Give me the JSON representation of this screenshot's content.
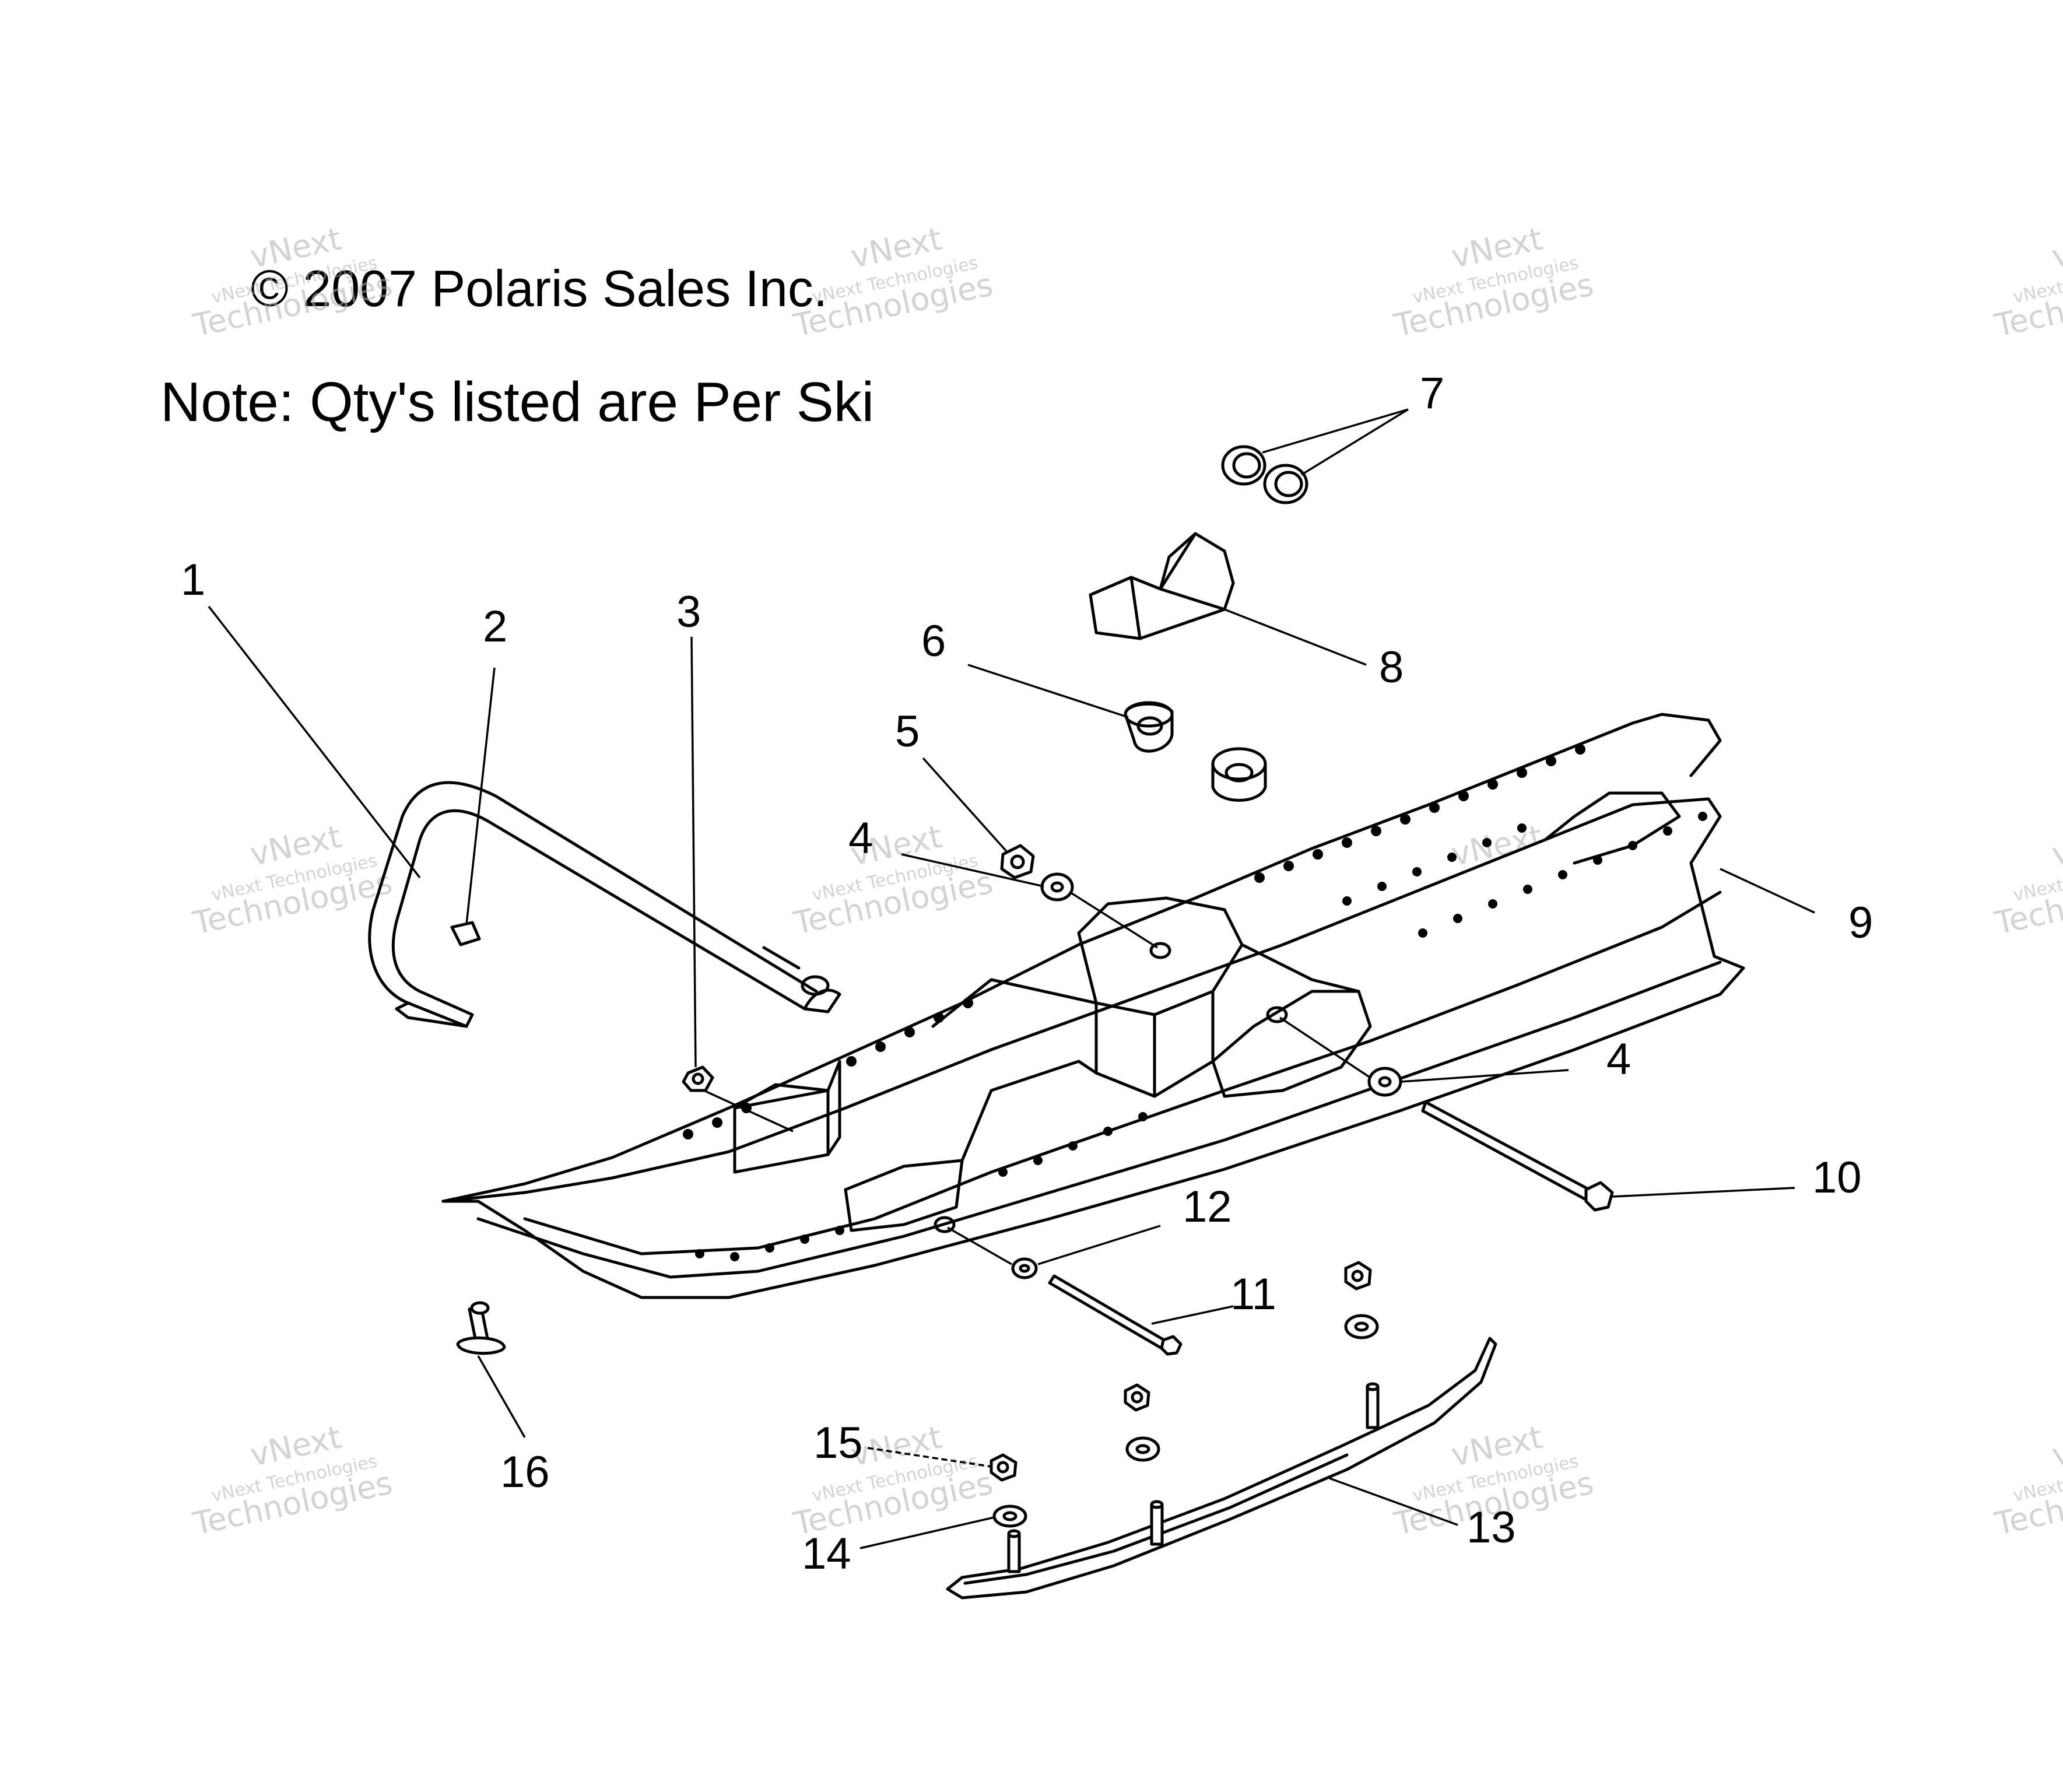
{
  "header": {
    "copyright": "© 2007 Polaris Sales Inc.",
    "note": "Note: Qty's listed are Per Ski"
  },
  "watermark": {
    "line1": "vNext",
    "line2": "vNext Technologies",
    "line3": "Technologies"
  },
  "callouts": {
    "c1": "1",
    "c2": "2",
    "c3": "3",
    "c4a": "4",
    "c4b": "4",
    "c5": "5",
    "c6": "6",
    "c7": "7",
    "c8": "8",
    "c9": "9",
    "c10": "10",
    "c11": "11",
    "c12": "12",
    "c13": "13",
    "c14": "14",
    "c15": "15",
    "c16": "16"
  }
}
